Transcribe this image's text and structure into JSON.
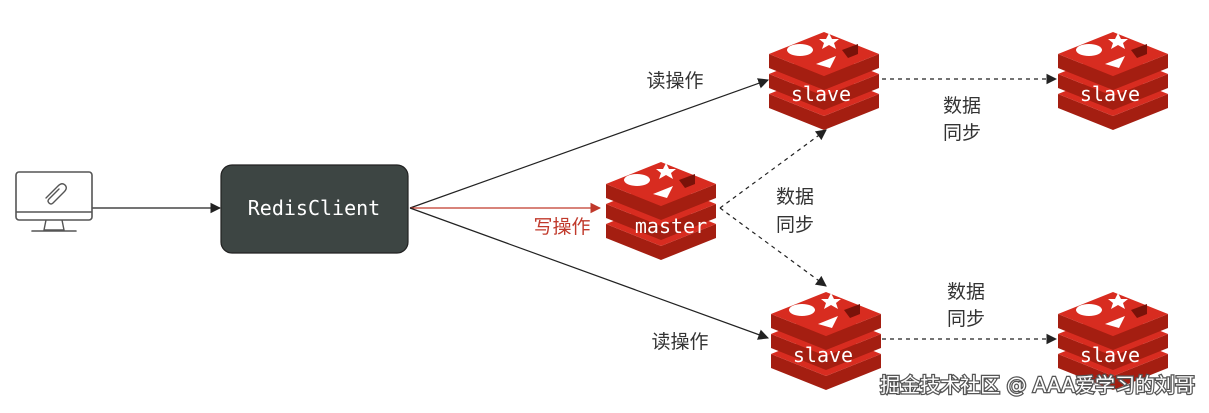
{
  "diagram": {
    "client_label": "RedisClient",
    "master_label": "master",
    "slave_label": "slave",
    "read_op": "读操作",
    "write_op": "写操作",
    "sync_line1": "数据",
    "sync_line2": "同步"
  },
  "watermark": "掘金技术社区 @ AAA爱学习的刘哥",
  "colors": {
    "client_box": "#3d4543",
    "redis_red": "#d82c20",
    "redis_dark": "#a41e11",
    "write_arrow": "#c0392b",
    "arrow": "#222222"
  }
}
